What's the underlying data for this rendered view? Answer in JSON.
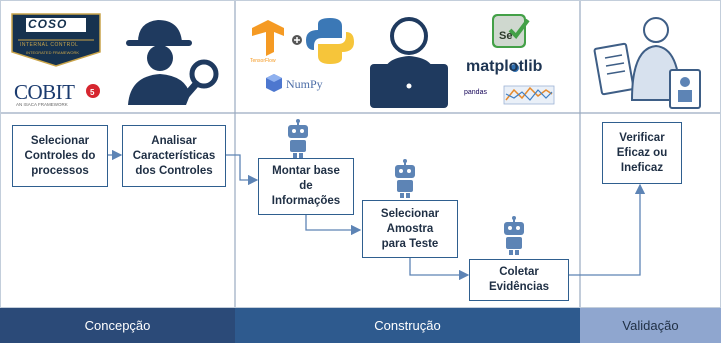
{
  "logos": {
    "coso": "COSO",
    "coso_sub": "INTERNAL CONTROL",
    "coso_sub2": "INTEGRATED FRAMEWORK",
    "cobit": "COBIT",
    "cobit_sub": "AN ISACA FRAMEWORK",
    "tensorflow": "TensorFlow",
    "numpy": "NumPy",
    "selenium": "Se",
    "matplotlib": "matplotlib",
    "pandas": "pandas"
  },
  "steps": {
    "selecionar_controles": "Selecionar\nControles do\nprocessos",
    "analisar_caracteristicas": "Analisar\nCaracterísticas\ndos Controles",
    "montar_base": "Montar base\nde\nInformações",
    "selecionar_amostra": "Selecionar\nAmostra\npara Teste",
    "coletar_evidencias": "Coletar\nEvidências",
    "verificar_eficacia": "Verificar\nEficaz ou\nIneficaz"
  },
  "phases": {
    "concepcao": "Concepção",
    "construcao": "Construção",
    "validacao": "Validação"
  },
  "colors": {
    "concepcao_bg": "#2b4a78",
    "construcao_bg": "#2e5a8e",
    "validacao_bg": "#8fa6cf",
    "accent": "#2f5f8f",
    "robot": "#5d84b5",
    "icon_dark": "#1f3a5f"
  }
}
